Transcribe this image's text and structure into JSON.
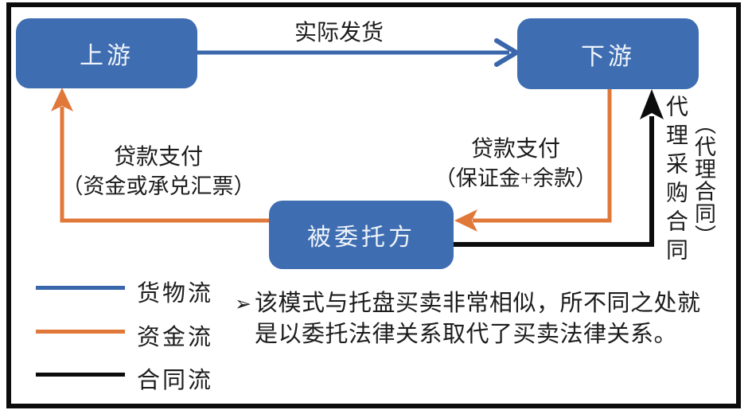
{
  "colors": {
    "background": "#ffffff",
    "box_fill": "#3e6db1",
    "box_text": "#eef3fa",
    "goods_flow": "#3a67ab",
    "funds_flow": "#e0783a",
    "contract_flow": "#0c0c0c",
    "text": "#1c1c1c"
  },
  "nodes": {
    "upstream": {
      "label": "上游"
    },
    "downstream": {
      "label": "下游"
    },
    "entrusted": {
      "label": "被委托方"
    }
  },
  "edges": {
    "shipment": {
      "label": "实际发货",
      "flow": "goods",
      "from": "upstream",
      "to": "downstream"
    },
    "payment_to_upstream": {
      "label_line1": "贷款支付",
      "label_line2": "（资金或承兑汇票）",
      "flow": "funds",
      "from": "entrusted",
      "to": "upstream"
    },
    "payment_to_entrusted": {
      "label_line1": "贷款支付",
      "label_line2": "（保证金+余款）",
      "flow": "funds",
      "from": "downstream",
      "to": "entrusted"
    },
    "agency_contract": {
      "label_main": "代理采购合同",
      "label_paren": "（代理合同）",
      "flow": "contract",
      "from": "entrusted",
      "to": "downstream"
    }
  },
  "legend": {
    "items": [
      {
        "name": "goods",
        "label": "货物流",
        "color": "#3a67ab"
      },
      {
        "name": "funds",
        "label": "资金流",
        "color": "#e0783a"
      },
      {
        "name": "contract",
        "label": "合同流",
        "color": "#0c0c0c"
      }
    ]
  },
  "note": {
    "bullet": "➢",
    "line1": "该模式与托盘买卖非常相似，所不同之处就",
    "line2": "是以委托法律关系取代了买卖法律关系。"
  }
}
